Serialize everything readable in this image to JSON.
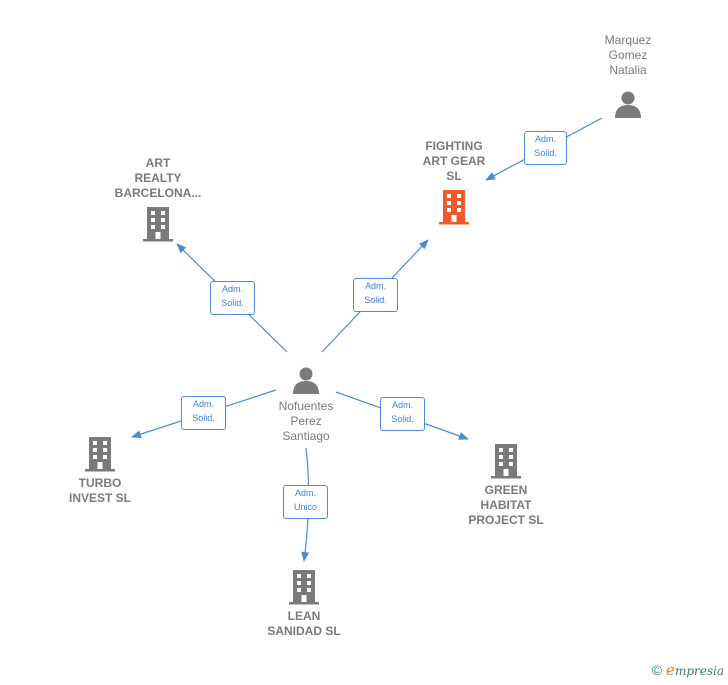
{
  "colors": {
    "edge": "#4a8ad6",
    "building": "#7a7a7a",
    "building_highlight": "#f05a2a",
    "person": "#7a7a7a",
    "text": "#7a7a7a"
  },
  "nodes": {
    "marquez": {
      "label": "Marquez\nGomez\nNatalia",
      "icon": "person-icon"
    },
    "fighting": {
      "label": "FIGHTING\nART GEAR\nSL",
      "icon": "building-icon"
    },
    "art": {
      "label": "ART\nREALTY\nBARCELONA...",
      "icon": "building-icon"
    },
    "nofuentes": {
      "label": "Nofuentes\nPerez\nSantiago",
      "icon": "person-icon"
    },
    "turbo": {
      "label": "TURBO\nINVEST  SL",
      "icon": "building-icon"
    },
    "green": {
      "label": "GREEN\nHABITAT\nPROJECT  SL",
      "icon": "building-icon"
    },
    "lean": {
      "label": "LEAN\nSANIDAD SL",
      "icon": "building-icon"
    }
  },
  "edges": {
    "marquez_fighting": "Adm.\nSolid.",
    "nofuentes_art": "Adm.\nSolid.",
    "nofuentes_fighting": "Adm.\nSolid.",
    "nofuentes_turbo": "Adm.\nSolid.",
    "nofuentes_green": "Adm.\nSolid.",
    "nofuentes_lean": "Adm.\nUnico"
  },
  "footer": {
    "copyright": "©",
    "brand_initial": "e",
    "brand_rest": "mpresia"
  }
}
